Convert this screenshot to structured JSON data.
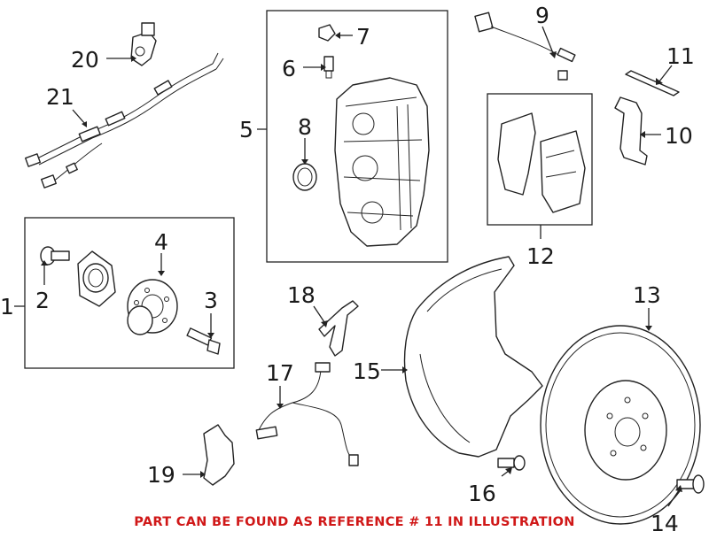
{
  "footer": {
    "note": "PART CAN BE FOUND AS REFERENCE # 11 IN ILLUSTRATION",
    "note_color": "#d01818"
  },
  "callouts": {
    "c1": "1",
    "c2": "2",
    "c3": "3",
    "c4": "4",
    "c5": "5",
    "c6": "6",
    "c7": "7",
    "c8": "8",
    "c9": "9",
    "c10": "10",
    "c11": "11",
    "c12": "12",
    "c13": "13",
    "c14": "14",
    "c15": "15",
    "c16": "16",
    "c17": "17",
    "c18": "18",
    "c19": "19",
    "c20": "20",
    "c21": "21"
  },
  "parts": [
    "wear-sensor-harness",
    "abs-sensor",
    "hub-bolt",
    "wheel-bearing",
    "wheel-hub",
    "hub-bolt-long",
    "brake-caliper",
    "bleeder-valve",
    "bleeder-cap",
    "caliper-seal",
    "pad-wear-sensor",
    "pad-spring",
    "anti-rattle-clip",
    "brake-pads",
    "brake-rotor",
    "rotor-screw",
    "splash-shield",
    "shield-bolt",
    "sensor-wire",
    "sensor-bracket",
    "wire-bracket"
  ]
}
